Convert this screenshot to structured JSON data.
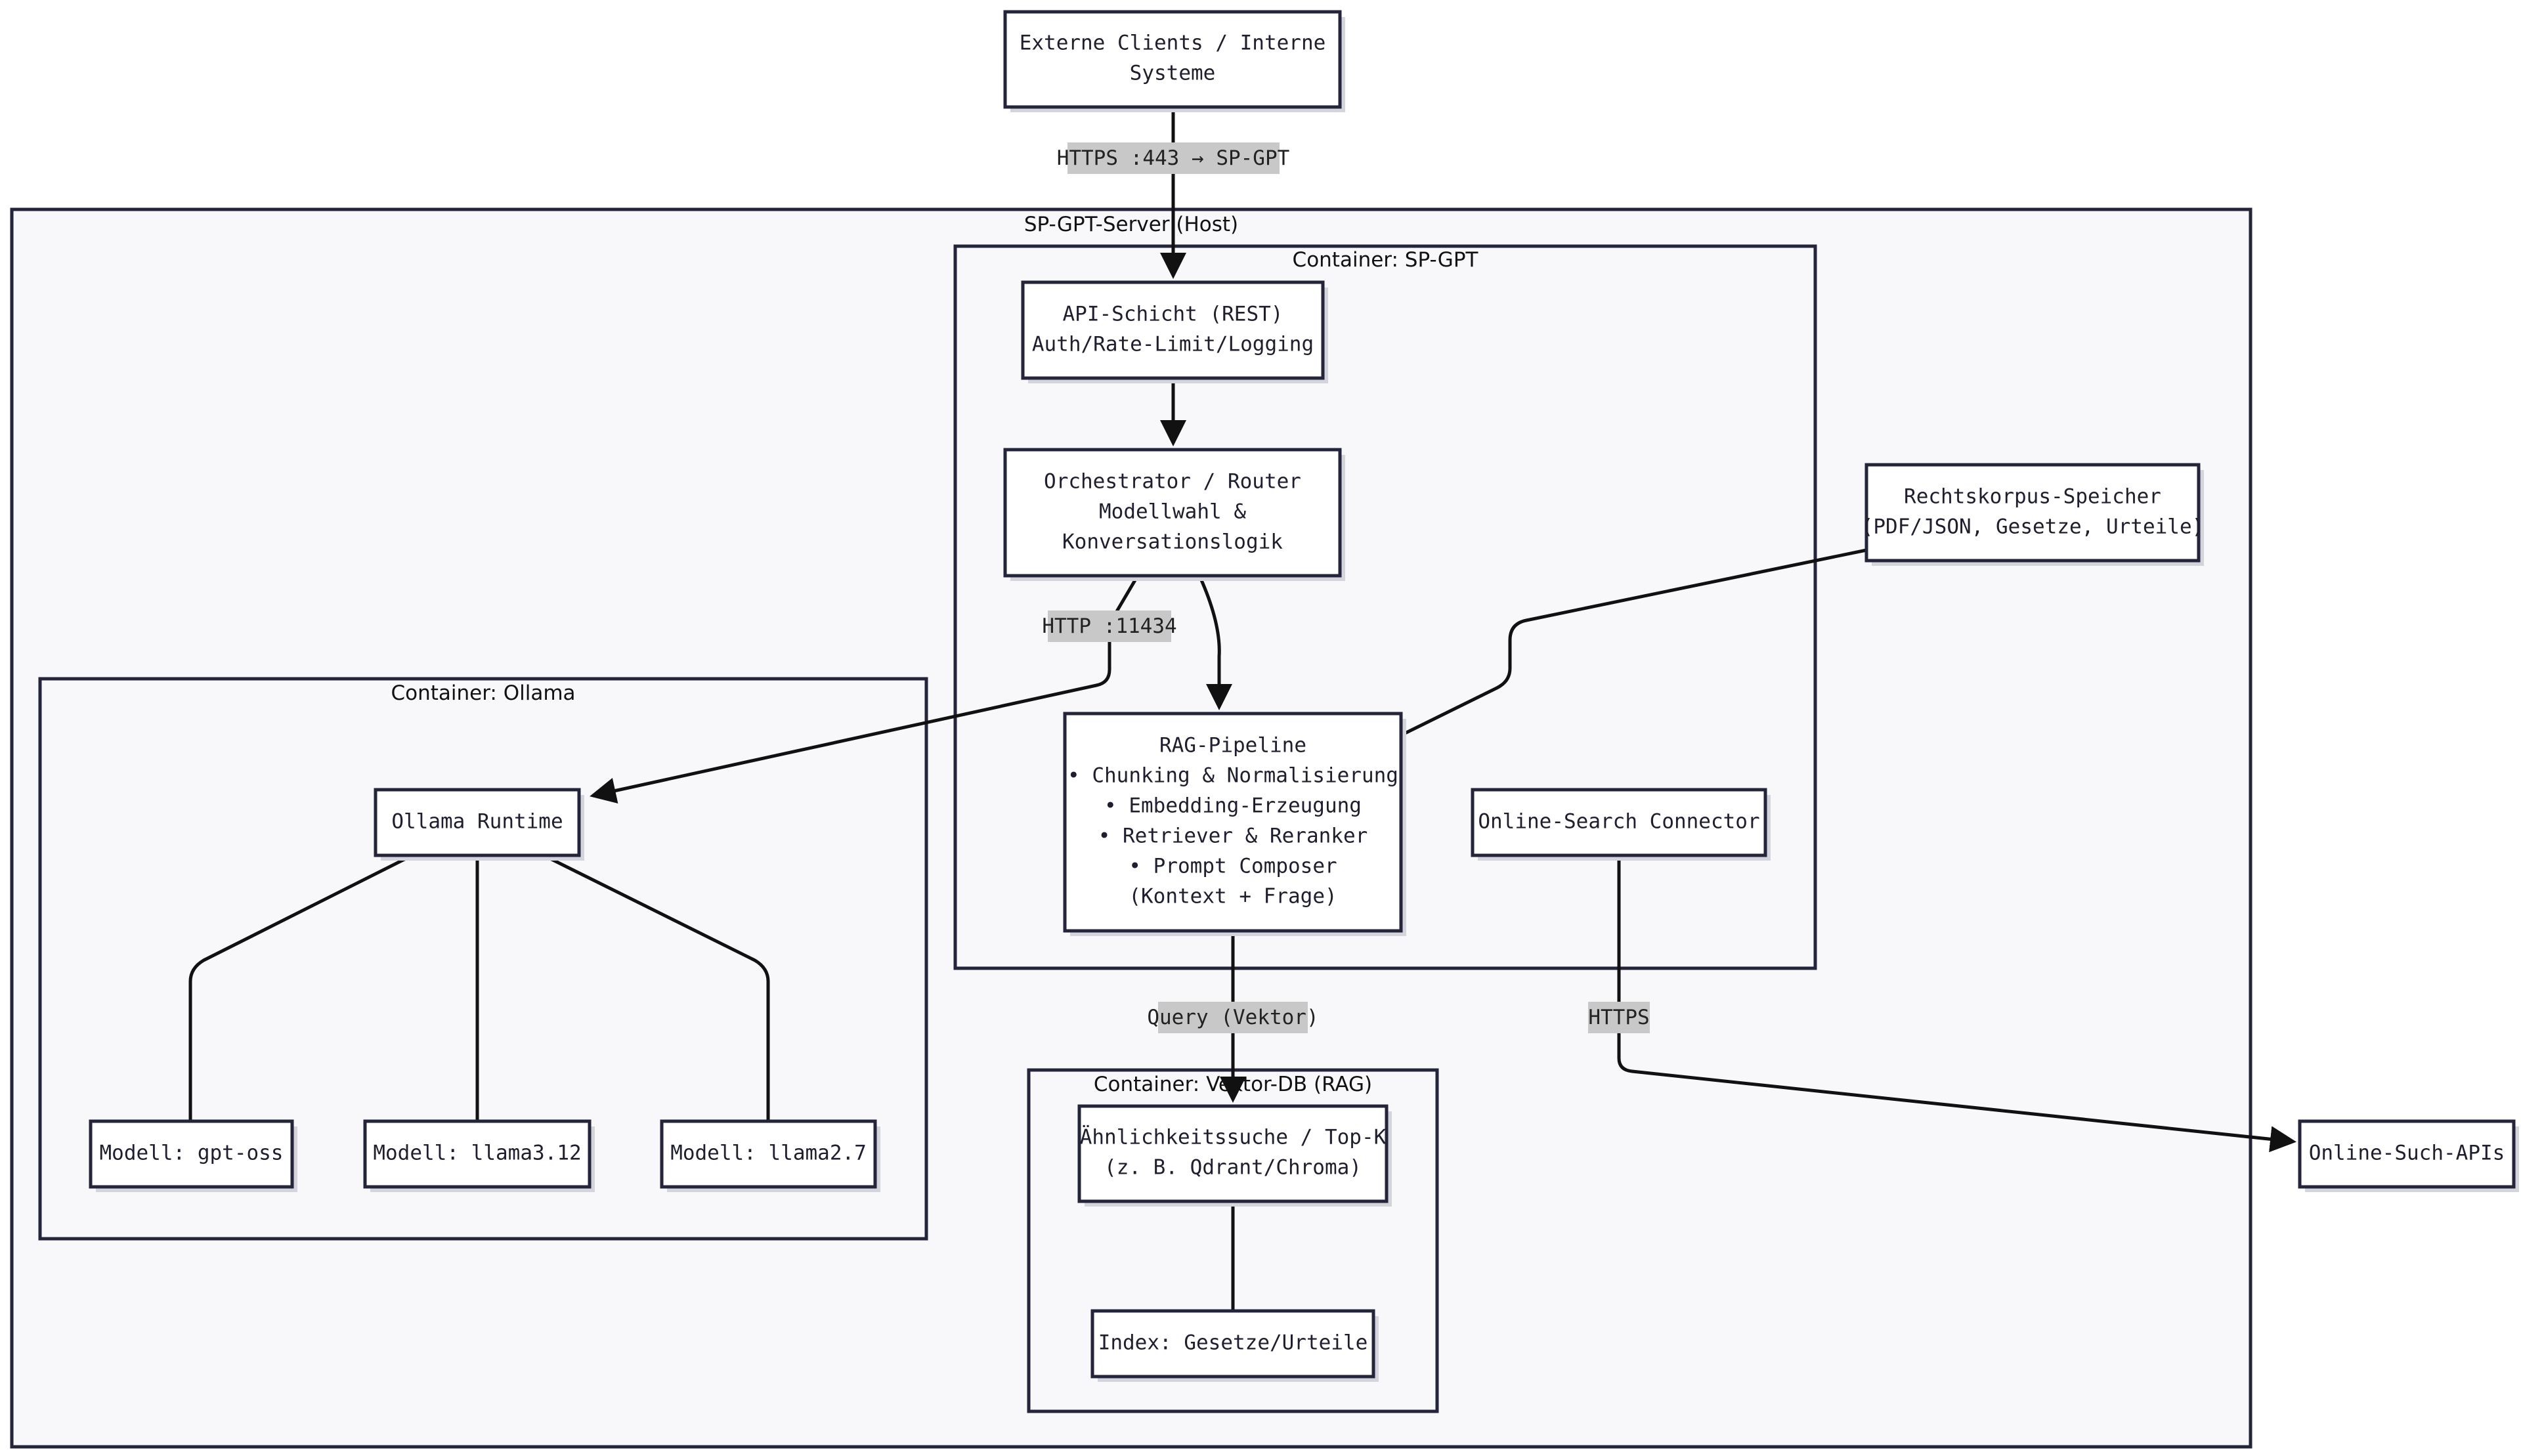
{
  "diagram": {
    "clusters": {
      "host": "SP-GPT-Server (Host)",
      "spgpt": "Container: SP-GPT",
      "ollama": "Container: Ollama",
      "vektor": "Container: Vektor-DB (RAG)"
    },
    "nodes": {
      "clients": [
        "Externe Clients / Interne",
        "Systeme"
      ],
      "api": [
        "API-Schicht (REST)",
        "Auth/Rate-Limit/Logging"
      ],
      "orchestrator": [
        "Orchestrator / Router",
        "Modellwahl &",
        "Konversationslogik"
      ],
      "rag": [
        "RAG-Pipeline",
        "• Chunking & Normalisierung",
        "• Embedding-Erzeugung",
        "• Retriever & Reranker",
        "• Prompt Composer",
        "(Kontext + Frage)"
      ],
      "online_connector": [
        "Online-Search Connector"
      ],
      "korpus": [
        "Rechtskorpus-Speicher",
        "(PDF/JSON, Gesetze, Urteile)"
      ],
      "ollama_runtime": [
        "Ollama Runtime"
      ],
      "model_gptoss": [
        "Modell: gpt-oss"
      ],
      "model_llama312": [
        "Modell: llama3.12"
      ],
      "model_llama27": [
        "Modell: llama2.7"
      ],
      "similarity": [
        "Ähnlichkeitssuche / Top-K",
        "(z. B. Qdrant/Chroma)"
      ],
      "index": [
        "Index: Gesetze/Urteile"
      ],
      "online_apis": [
        "Online-Such-APIs"
      ]
    },
    "edge_labels": {
      "https_443": "HTTPS :443 → SP-GPT",
      "http_11434": "HTTP :11434",
      "query_vektor": "Query (Vektor)",
      "https": "HTTPS"
    }
  }
}
